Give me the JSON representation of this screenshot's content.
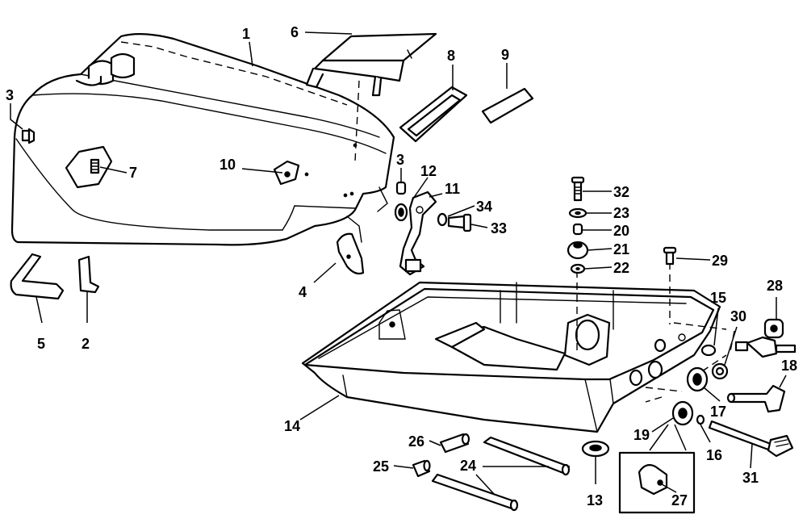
{
  "callouts": {
    "c1": "1",
    "c2": "2",
    "c3a": "3",
    "c3b": "3",
    "c4": "4",
    "c5": "5",
    "c6": "6",
    "c7": "7",
    "c8": "8",
    "c9": "9",
    "c10": "10",
    "c11": "11",
    "c12": "12",
    "c13": "13",
    "c14": "14",
    "c15": "15",
    "c16": "16",
    "c17": "17",
    "c18": "18",
    "c19": "19",
    "c20": "20",
    "c21": "21",
    "c22": "22",
    "c23": "23",
    "c24": "24",
    "c25": "25",
    "c26": "26",
    "c27": "27",
    "c28": "28",
    "c29": "29",
    "c30": "30",
    "c31": "31",
    "c32": "32",
    "c33": "33",
    "c34": "34"
  }
}
